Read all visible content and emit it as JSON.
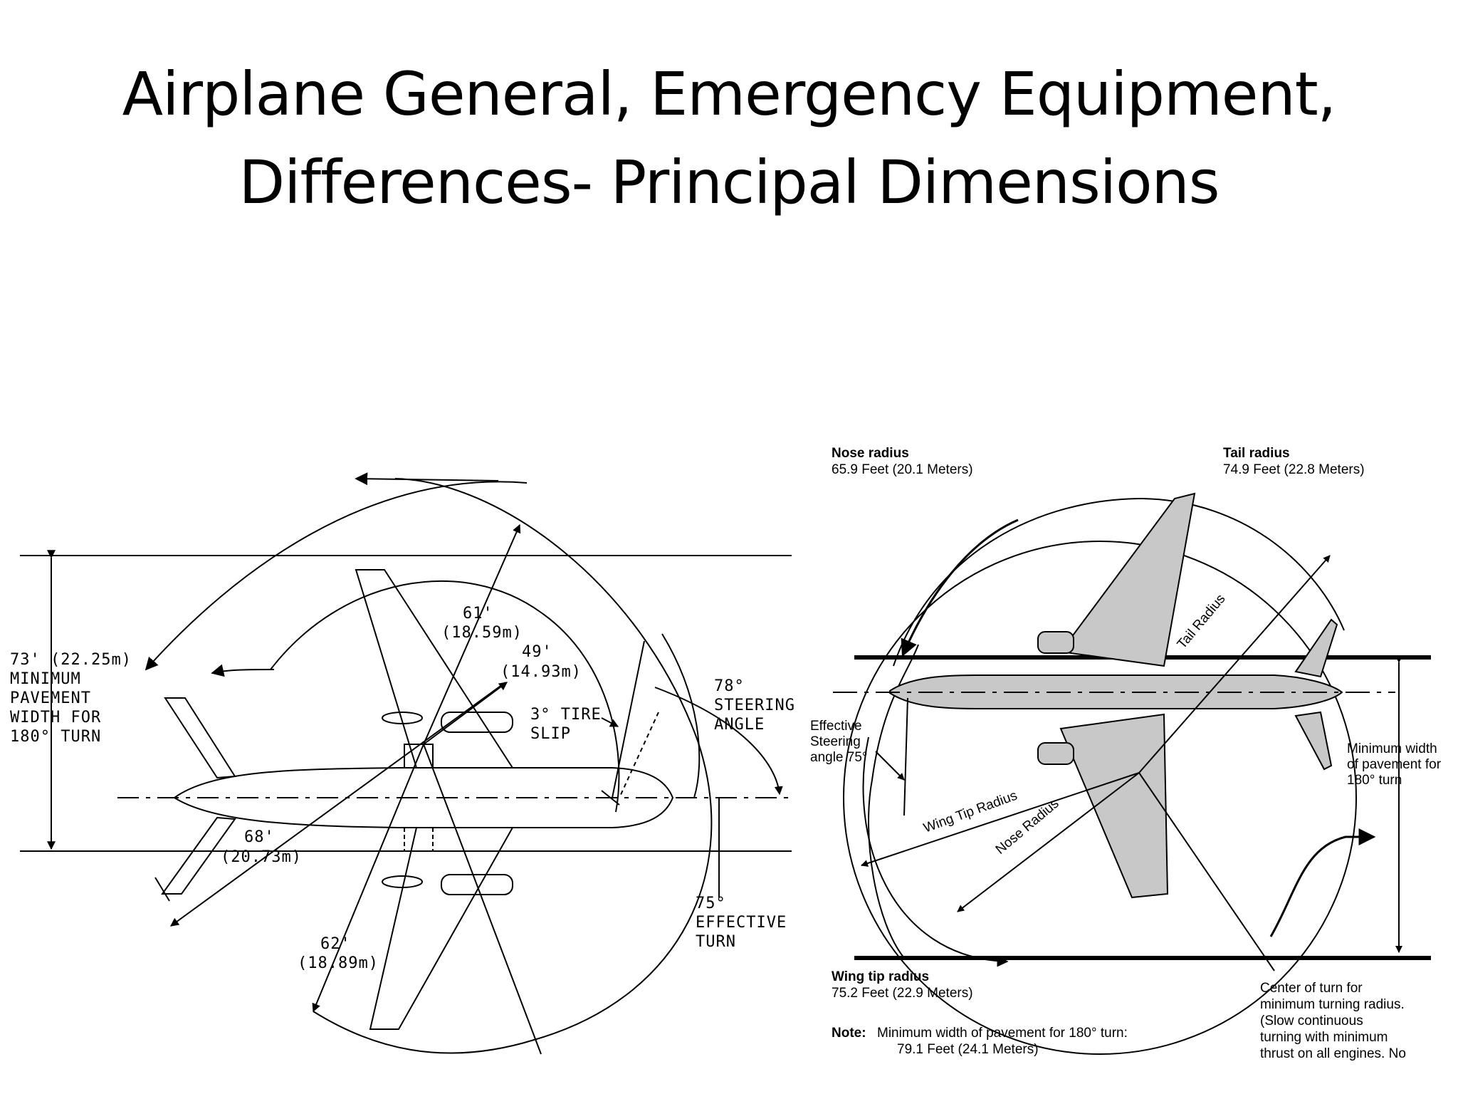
{
  "title": {
    "line1": "Airplane General, Emergency Equipment,",
    "line2": "Differences- Principal Dimensions"
  },
  "left_diagram": {
    "pavement_width": [
      "73' (22.25m)",
      "MINIMUM",
      "PAVEMENT",
      "WIDTH FOR",
      "180° TURN"
    ],
    "r61": [
      "61'",
      "(18.59m)"
    ],
    "r49": [
      "49'",
      "(14.93m)"
    ],
    "tire_slip": [
      "3° TIRE",
      "SLIP"
    ],
    "steering_angle": [
      "78°",
      "STEERING",
      "ANGLE"
    ],
    "r68": [
      "68'",
      "(20.73m)"
    ],
    "r62": [
      "62'",
      "(18.89m)"
    ],
    "effective_turn": [
      "75°",
      "EFFECTIVE",
      "TURN"
    ]
  },
  "right_diagram": {
    "nose_radius": {
      "label": "Nose radius",
      "value": "65.9 Feet (20.1 Meters)"
    },
    "tail_radius": {
      "label": "Tail radius",
      "value": "74.9 Feet (22.8 Meters)"
    },
    "wing_tip_radius": {
      "label": "Wing tip radius",
      "value": "75.2 Feet (22.9 Meters)"
    },
    "effective_steering": [
      "Effective",
      "Steering",
      "angle 75°"
    ],
    "min_width": [
      "Minimum width",
      "of pavement for",
      "180° turn"
    ],
    "tail_radius_line": "Tail Radius",
    "wing_tip_radius_line": "Wing Tip Radius",
    "nose_radius_line": "Nose Radius",
    "center_of_turn": [
      "Center of turn for",
      "minimum turning radius.",
      "(Slow continuous",
      "turning with minimum",
      "thrust on all engines. No"
    ],
    "note_label": "Note:",
    "note_lines": [
      "Minimum width of pavement for 180° turn:",
      "79.1 Feet (24.1 Meters)"
    ]
  }
}
